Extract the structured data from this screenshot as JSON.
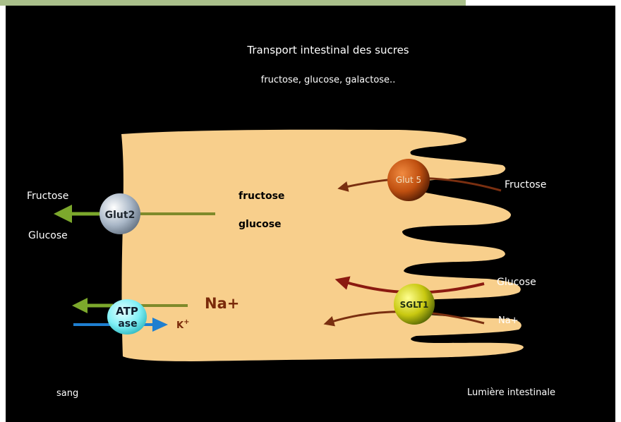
{
  "title": "Transport intestinal des sucres",
  "subtitle": "fructose,  glucose, galactose..",
  "left_labels": {
    "fructose": "Fructose",
    "glucose": "Glucose"
  },
  "cell_labels": {
    "fructose": "fructose",
    "glucose": "glucose",
    "na": "Na+"
  },
  "right_labels": {
    "fructose": "Fructose",
    "glucose": "Glucose",
    "na": "Na+"
  },
  "transporters": {
    "glut2": "Glut2",
    "glut5": "Glut 5",
    "sglt1": "SGLT1",
    "atpase_line1": "ATP",
    "atpase_line2": "ase"
  },
  "k_label": {
    "base": "K",
    "sup": "+"
  },
  "bottom_left": "sang",
  "bottom_right": "Lumière intestinale",
  "colors": {
    "background": "#000000",
    "cell": "#f8cf8c",
    "green_arrow": "#7ca82c",
    "olive_line": "#7f8a2a",
    "blue_arrow": "#1f7fd0",
    "red_arrow": "#8b1a10",
    "brown_arrow": "#7a2f10",
    "na_text": "#7a2a0a",
    "glut2": "#aab8c8",
    "glut5": "#c05010",
    "sglt1": "#c8c810",
    "atpase": "#7ff0f5"
  }
}
